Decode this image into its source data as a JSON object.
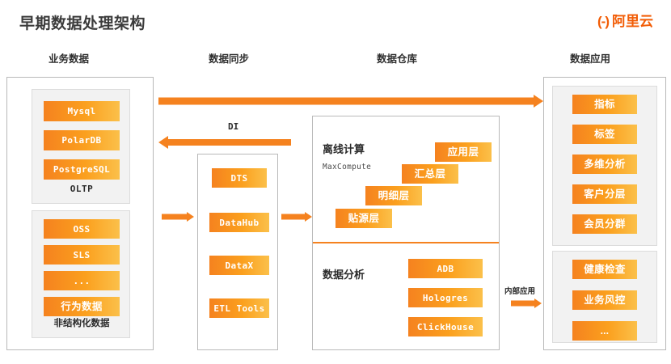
{
  "slide": {
    "title": "早期数据处理架构",
    "brand_mark": "(-)",
    "brand_name": "阿里云"
  },
  "columns": [
    {
      "caption": "业务数据"
    },
    {
      "caption": "数据同步"
    },
    {
      "caption": "数据仓库"
    },
    {
      "caption": "数据应用"
    }
  ],
  "business_data": {
    "oltp": {
      "caption": "OLTP",
      "items": [
        {
          "label": "Mysql"
        },
        {
          "label": "PolarDB"
        },
        {
          "label": "PostgreSQL"
        }
      ]
    },
    "unstructured": {
      "caption": "非结构化数据",
      "items": [
        {
          "label": "OSS"
        },
        {
          "label": "SLS"
        },
        {
          "label": "..."
        },
        {
          "label": "行为数据"
        }
      ]
    }
  },
  "data_sync": {
    "items": [
      {
        "label": "DTS"
      },
      {
        "label": "DataHub"
      },
      {
        "label": "DataX"
      },
      {
        "label": "ETL Tools"
      }
    ]
  },
  "data_warehouse": {
    "offline": {
      "label": "离线计算",
      "engine": "MaxCompute",
      "layers": [
        {
          "label": "应用层"
        },
        {
          "label": "汇总层"
        },
        {
          "label": "明细层"
        },
        {
          "label": "贴源层"
        }
      ]
    },
    "analysis": {
      "label": "数据分析",
      "items": [
        {
          "label": "ADB"
        },
        {
          "label": "Hologres"
        },
        {
          "label": "ClickHouse"
        }
      ]
    }
  },
  "data_application": {
    "analytics": {
      "items": [
        {
          "label": "指标"
        },
        {
          "label": "标签"
        },
        {
          "label": "多维分析"
        },
        {
          "label": "客户分层"
        },
        {
          "label": "会员分群"
        }
      ]
    },
    "internal": {
      "items": [
        {
          "label": "健康检查"
        },
        {
          "label": "业务风控"
        },
        {
          "label": "..."
        }
      ]
    }
  },
  "arrows": {
    "top_flow_label": "",
    "di_label": "DI",
    "internal_app_label": "内部应用"
  },
  "colors": {
    "accent": "#F5821F",
    "accent_light": "#FBC04A",
    "panel_border": "#b9b9b9",
    "group_bg": "#f2f2f2"
  }
}
